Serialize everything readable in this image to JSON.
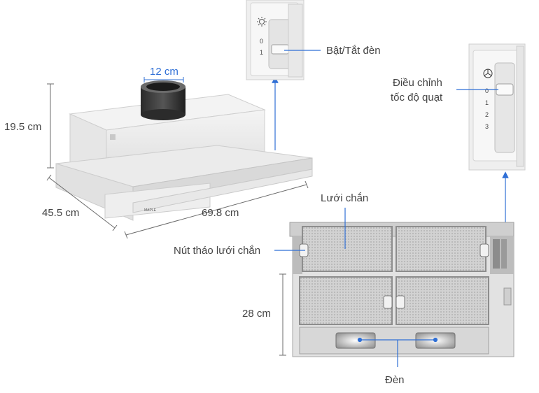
{
  "colors": {
    "accent": "#2f6fd6",
    "text": "#444444",
    "dimension_line": "#6b6b6b",
    "panel": "#f1f1f1",
    "mesh": "#c8c8c8"
  },
  "dimensions": {
    "duct_diameter": "12 cm",
    "height": "19.5 cm",
    "depth": "45.5 cm",
    "width": "69.8 cm",
    "front_height": "28 cm"
  },
  "callouts": {
    "light_switch": "Bật/Tắt đèn",
    "fan_speed_line1": "Điều chỉnh",
    "fan_speed_line2": "tốc độ quạt",
    "grease_filter": "Lưới chắn",
    "filter_release": "Nút tháo lưới chắn",
    "lamp": "Đèn"
  },
  "light_switch_panel": {
    "icon": "light-bulb-icon",
    "positions": [
      "0",
      "1"
    ]
  },
  "fan_switch_panel": {
    "icon": "fan-icon",
    "positions": [
      "0",
      "1",
      "2",
      "3"
    ]
  },
  "brand_text": "MAPLE"
}
